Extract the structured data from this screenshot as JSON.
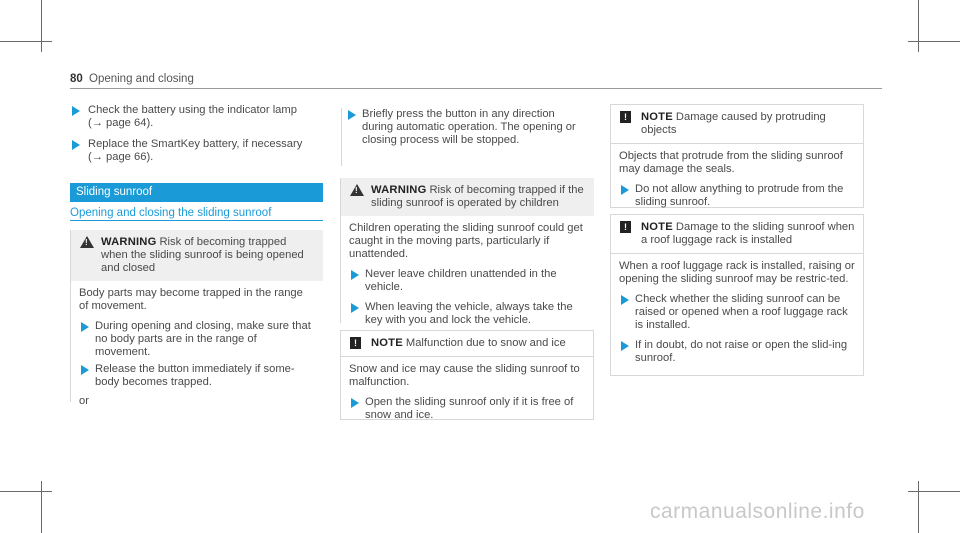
{
  "header": {
    "page_number": "80",
    "title": "Opening and closing"
  },
  "col1": {
    "steps": [
      {
        "text": "Check the battery using the indicator lamp",
        "ref": "(→ page 64)."
      },
      {
        "text": "Replace the SmartKey battery, if necessary",
        "ref": "(→ page 66)."
      }
    ],
    "section_title": "Sliding sunroof",
    "subsection_title": "Opening and closing the sliding sunroof",
    "warning": {
      "keyword": "WARNING",
      "title": "Risk of becoming trapped when the sliding sunroof is being opened and closed",
      "body": "Body parts may become trapped in the range of movement.",
      "steps": [
        "During opening and closing, make sure that no body parts are in the range of movement.",
        "Release the button immediately if some-body becomes trapped."
      ],
      "or": "or"
    }
  },
  "col2": {
    "step": "Briefly press the button in any direction during automatic operation. The opening or closing process will be stopped.",
    "warning": {
      "keyword": "WARNING",
      "title": "Risk of becoming trapped if the sliding sunroof is operated by children",
      "body": "Children operating the sliding sunroof could get caught in the moving parts, particularly if unattended.",
      "steps": [
        "Never leave children unattended in the vehicle.",
        "When leaving the vehicle, always take the key with you and lock the vehicle."
      ]
    },
    "note": {
      "keyword": "NOTE",
      "title": "Malfunction due to snow and ice",
      "body": "Snow and ice may cause the sliding sunroof to malfunction.",
      "steps": [
        "Open the sliding sunroof only if it is free of snow and ice."
      ]
    }
  },
  "col3": {
    "note1": {
      "keyword": "NOTE",
      "title": "Damage caused by protruding objects",
      "body": "Objects that protrude from the sliding sunroof may damage the seals.",
      "steps": [
        "Do not allow anything to protrude from the sliding sunroof."
      ]
    },
    "note2": {
      "keyword": "NOTE",
      "title": "Damage to the sliding sunroof when a roof luggage rack is installed",
      "body": "When a roof luggage rack is installed, raising or opening the sliding sunroof may be restric-ted.",
      "steps": [
        "Check whether the sliding sunroof can be raised or opened when a roof luggage rack is installed.",
        "If in doubt, do not raise or open the slid-ing sunroof."
      ]
    }
  },
  "watermark": "carmanualsonline.info",
  "colors": {
    "accent": "#1a9bd7",
    "box_head": "#efefef"
  }
}
